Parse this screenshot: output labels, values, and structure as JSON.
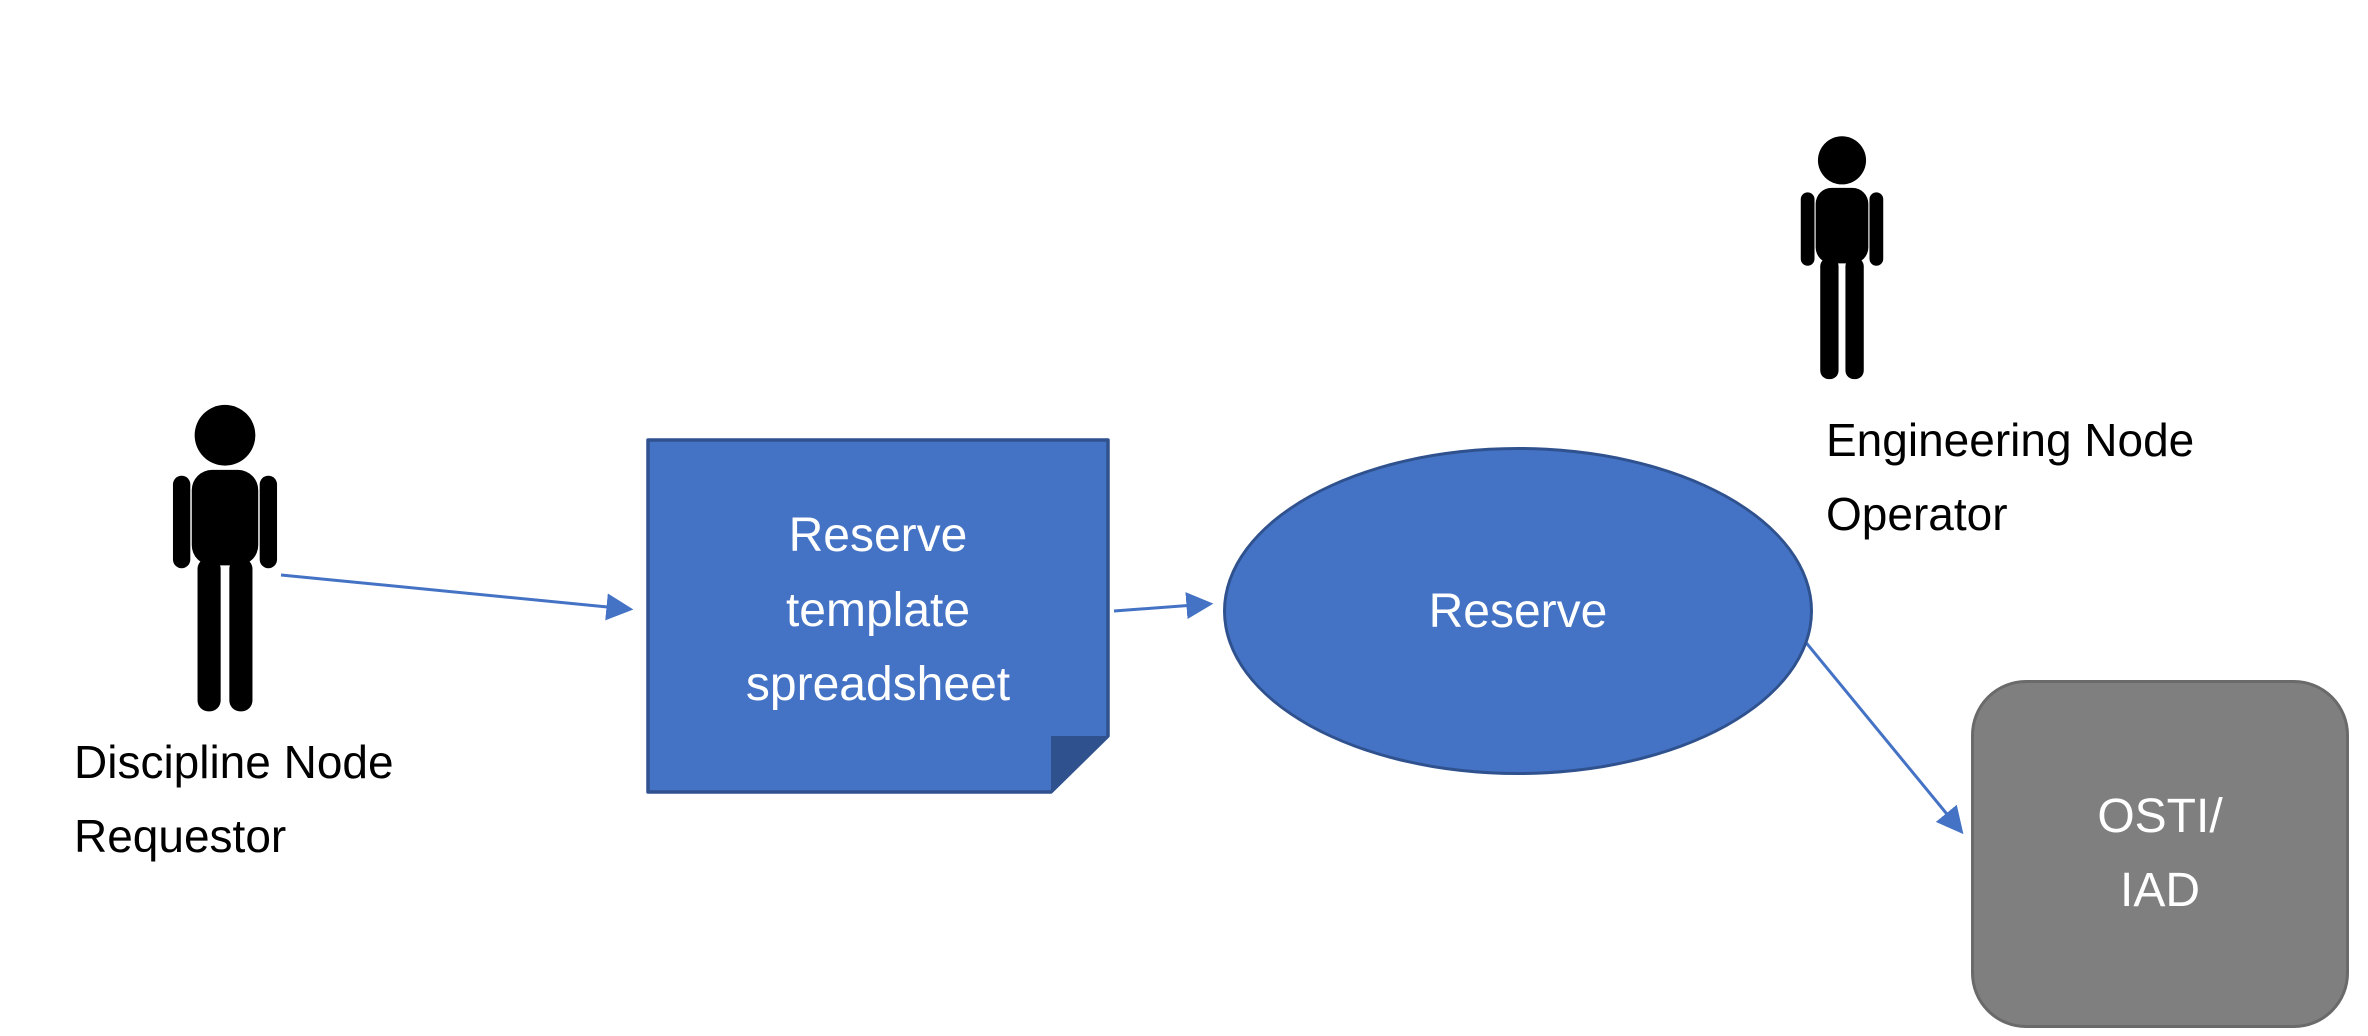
{
  "diagram": {
    "actors": {
      "requestor": {
        "lines": [
          "Discipline Node",
          "Requestor"
        ]
      },
      "operator": {
        "lines": [
          "Engineering Node",
          "Operator"
        ]
      }
    },
    "document_shape": {
      "lines": [
        "Reserve",
        "template",
        "spreadsheet"
      ]
    },
    "process_ellipse": {
      "label": "Reserve"
    },
    "datastore_box": {
      "lines": [
        "OSTI/",
        "IAD"
      ]
    },
    "colors": {
      "shape_fill": "#4472C4",
      "shape_border": "#2F528F",
      "fold_fill": "#2F528F",
      "arrow": "#4472C4",
      "datastore_fill": "#7F7F7F",
      "datastore_border": "#6A6A6A",
      "shape_text": "#FFFFFF",
      "label_text": "#000000",
      "actor_fill": "#000000",
      "background": "#FFFFFF"
    }
  }
}
